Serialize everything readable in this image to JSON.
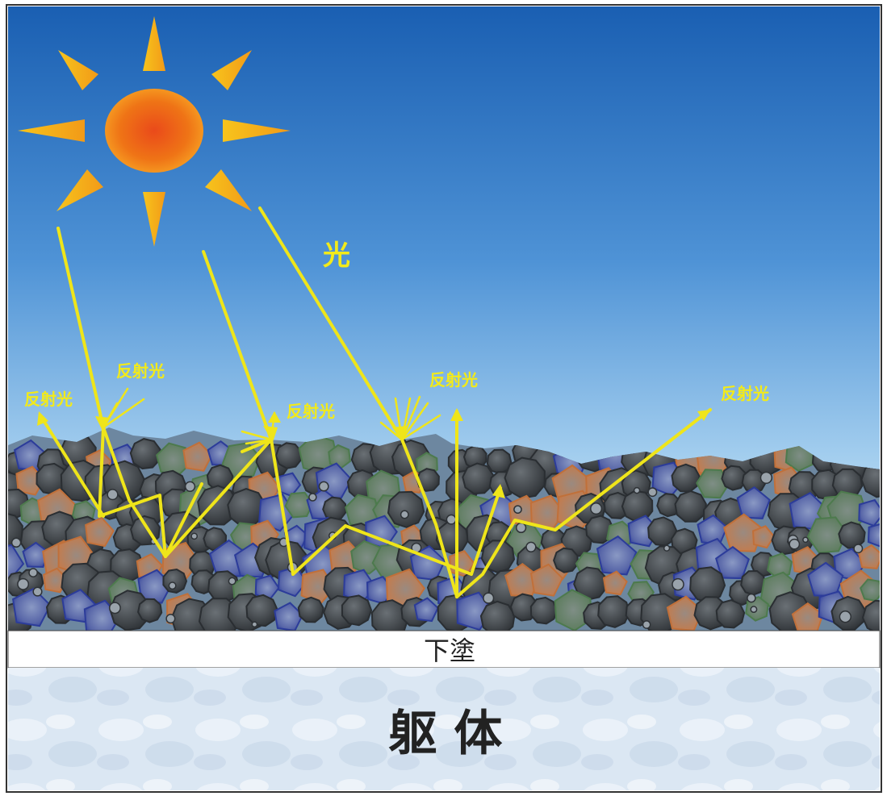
{
  "labels": {
    "light": "光",
    "reflected": "反射光",
    "undercoat": "下塗",
    "substrate": "躯 体"
  },
  "colors": {
    "sky_top": "#1c63b4",
    "sky_bottom": "#a9d2f0",
    "sun": "#ee6a12",
    "ray": "#f4b21a",
    "light_beam": "#efe51a",
    "aggregate_base": "#6f8aa3",
    "stone_dark": "#3d4247",
    "stone_blue": "#3c4ea8",
    "stone_orange": "#c97b4a",
    "stone_green": "#5c7c5c",
    "undercoat": "#ffffff",
    "substrate": "#d9e6f2"
  }
}
